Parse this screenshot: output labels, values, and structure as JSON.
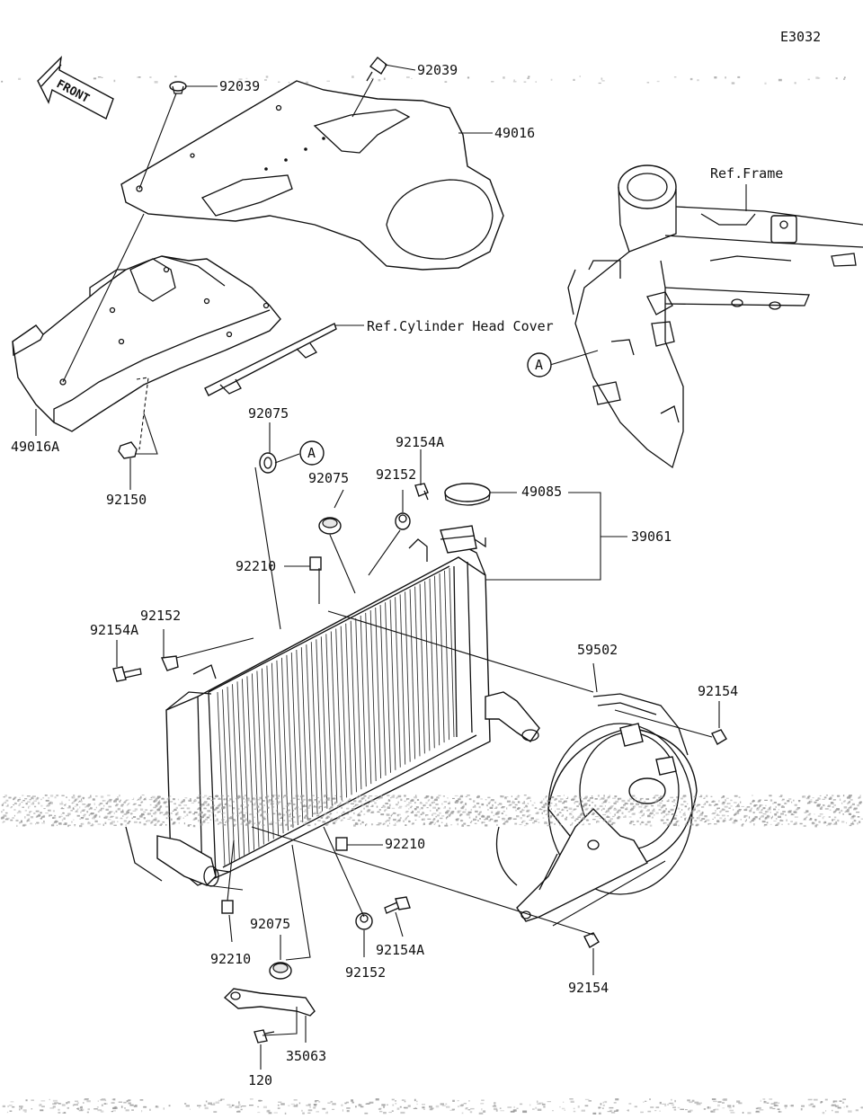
{
  "diagram_id": "E3032",
  "front_label": "FRONT",
  "ref_labels": {
    "frame": "Ref.Frame",
    "cylinder_head_cover": "Ref.Cylinder Head Cover"
  },
  "callout_marker": "A",
  "part_labels": {
    "p92039_a": "92039",
    "p92039_b": "92039",
    "p49016": "49016",
    "p49016a": "49016A",
    "p92150": "92150",
    "p92075_a": "92075",
    "p92075_b": "92075",
    "p92075_c": "92075",
    "p92154a_a": "92154A",
    "p92154a_b": "92154A",
    "p92154a_c": "92154A",
    "p92152_a": "92152",
    "p92152_b": "92152",
    "p92152_c": "92152",
    "p49085": "49085",
    "p39061": "39061",
    "p92210_a": "92210",
    "p92210_b": "92210",
    "p92210_c": "92210",
    "p59502": "59502",
    "p92154_a": "92154",
    "p92154_b": "92154",
    "p35063": "35063",
    "p120": "120"
  }
}
